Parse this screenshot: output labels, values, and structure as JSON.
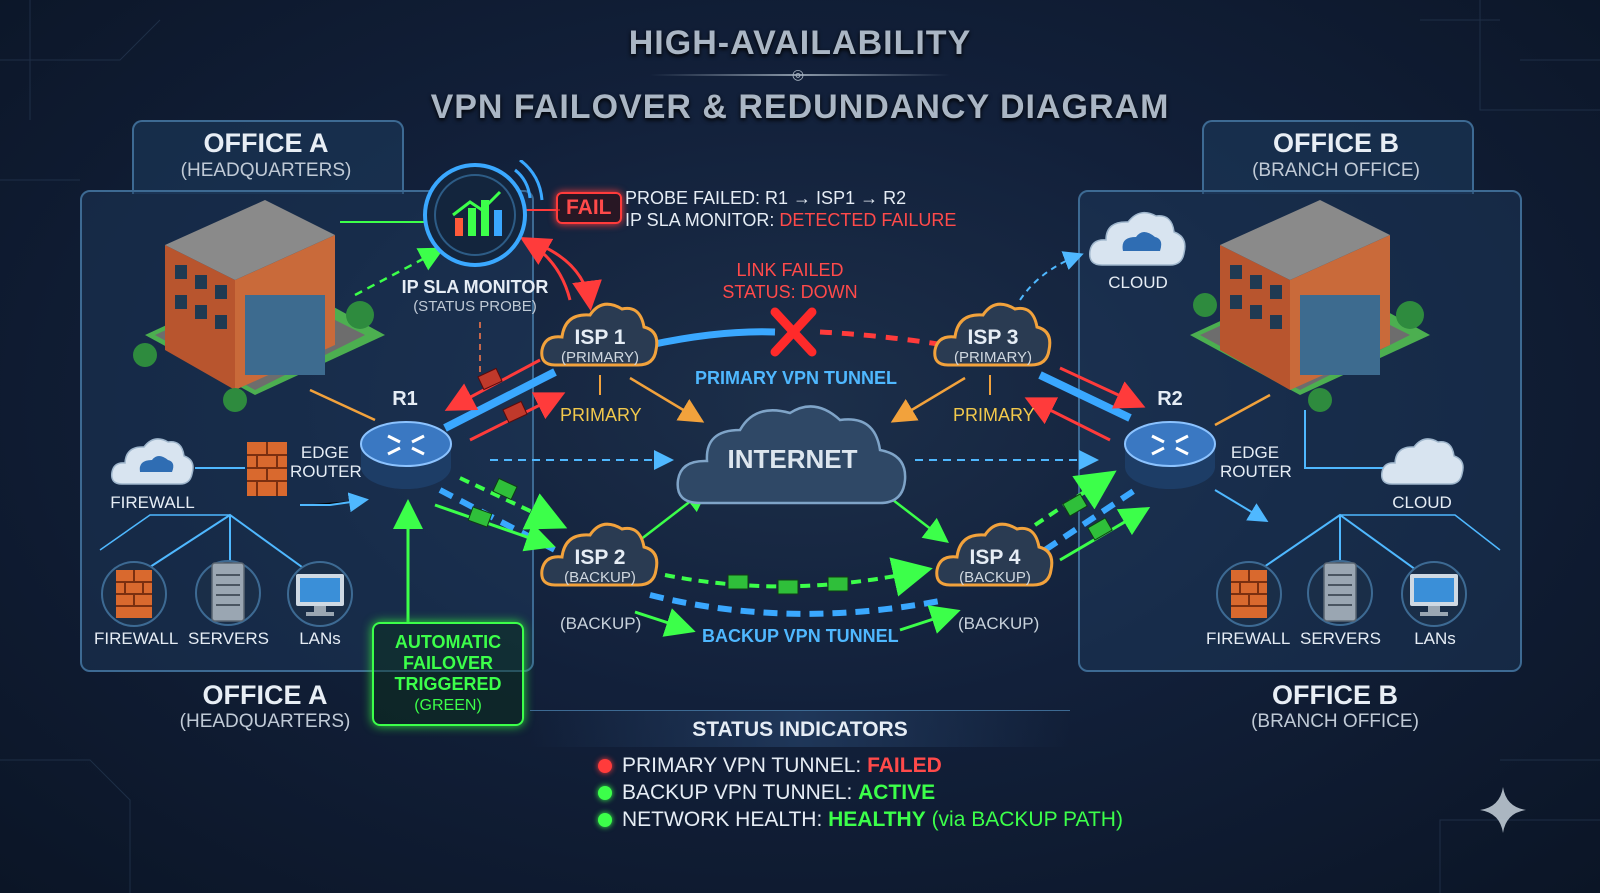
{
  "title": {
    "line1": "HIGH-AVAILABILITY",
    "line2": "VPN FAILOVER & REDUNDANCY DIAGRAM"
  },
  "office_a": {
    "name": "OFFICE A",
    "sub": "(HEADQUARTERS)",
    "router": "R1",
    "edge_router_line1": "EDGE",
    "edge_router_line2": "ROUTER",
    "firewall_cloud_label": "FIREWALL",
    "devices": [
      "FIREWALL",
      "SERVERS",
      "LANs"
    ]
  },
  "office_b": {
    "name": "OFFICE B",
    "sub": "(BRANCH OFFICE)",
    "router": "R2",
    "edge_router_line1": "EDGE",
    "edge_router_line2": "ROUTER",
    "cloud_top": "CLOUD",
    "cloud_right": "CLOUD",
    "devices": [
      "FIREWALL",
      "SERVERS",
      "LANs"
    ]
  },
  "monitor": {
    "name": "IP SLA MONITOR",
    "sub": "(STATUS PROBE)",
    "fail_badge": "FAIL",
    "probe_line1": "PROBE FAILED: R1 → ISP1 → R2",
    "probe_line2_prefix": "IP SLA MONITOR: ",
    "probe_line2_status": "DETECTED FAILURE"
  },
  "isps": {
    "isp1": {
      "name": "ISP 1",
      "sub": "(PRIMARY)",
      "path_label": "PRIMARY"
    },
    "isp2": {
      "name": "ISP 2",
      "sub": "(BACKUP)",
      "path_label": "(BACKUP)"
    },
    "isp3": {
      "name": "ISP 3",
      "sub": "(PRIMARY)",
      "path_label": "PRIMARY"
    },
    "isp4": {
      "name": "ISP 4",
      "sub": "(BACKUP)",
      "path_label": "(BACKUP)"
    }
  },
  "internet": "INTERNET",
  "link_failed": {
    "line1": "LINK FAILED",
    "line2": "STATUS: DOWN"
  },
  "tunnels": {
    "primary": "PRIMARY VPN TUNNEL",
    "backup": "BACKUP VPN TUNNEL"
  },
  "failover_box": {
    "line1": "AUTOMATIC",
    "line2": "FAILOVER",
    "line3": "TRIGGERED",
    "line4": "(GREEN)"
  },
  "status": {
    "title": "STATUS INDICATORS",
    "items": [
      {
        "label": "PRIMARY VPN TUNNEL: ",
        "value": "FAILED",
        "note": "",
        "color": "#ff3b3b"
      },
      {
        "label": "BACKUP VPN TUNNEL: ",
        "value": "ACTIVE",
        "note": "",
        "color": "#3cff4a"
      },
      {
        "label": "NETWORK HEALTH: ",
        "value": "HEALTHY",
        "note": " (via BACKUP PATH)",
        "color": "#3cff4a"
      }
    ]
  },
  "colors": {
    "primary_tunnel": "#3aa8ff",
    "failed": "#ff3b3b",
    "active": "#3cff4a",
    "panel_border": "#3d6a93",
    "isp_link": "#f2a23c"
  }
}
